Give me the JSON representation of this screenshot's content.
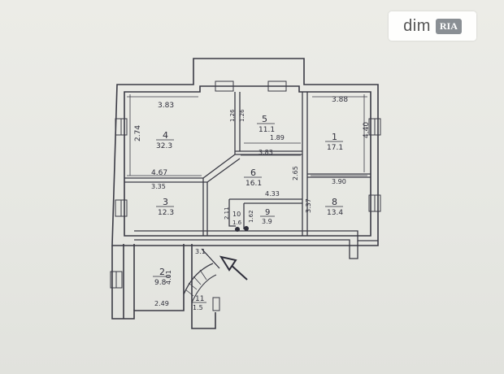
{
  "watermark": {
    "brand": "dim",
    "badge": "RIA"
  },
  "rooms": [
    {
      "id": "1",
      "no": "1",
      "area": "17.1"
    },
    {
      "id": "2",
      "no": "2",
      "area": "9.8"
    },
    {
      "id": "3",
      "no": "3",
      "area": "12.3"
    },
    {
      "id": "4",
      "no": "4",
      "area": "32.3"
    },
    {
      "id": "5",
      "no": "5",
      "area": "11.1"
    },
    {
      "id": "6",
      "no": "6",
      "area": "16.1"
    },
    {
      "id": "8",
      "no": "8",
      "area": "13.4"
    },
    {
      "id": "9",
      "no": "9",
      "area": "3.9"
    },
    {
      "id": "10",
      "no": "10",
      "area": "1.6"
    },
    {
      "id": "11",
      "no": "11",
      "area": "1.5"
    }
  ],
  "dimensions": {
    "d383": "3.83",
    "d388": "3.88",
    "d274": "2.74",
    "d440": "4.40",
    "d126a": "1.26",
    "d126b": "1.26",
    "d189": "1.89",
    "d383b": "3.83",
    "d467": "4.67",
    "d335": "3.35",
    "d265": "2.65",
    "d390": "3.90",
    "d433": "4.33",
    "d337": "3.37",
    "d162": "1.62",
    "d211": "2.11",
    "d31": "3.1",
    "d401": "4.01",
    "d249": "2.49"
  }
}
